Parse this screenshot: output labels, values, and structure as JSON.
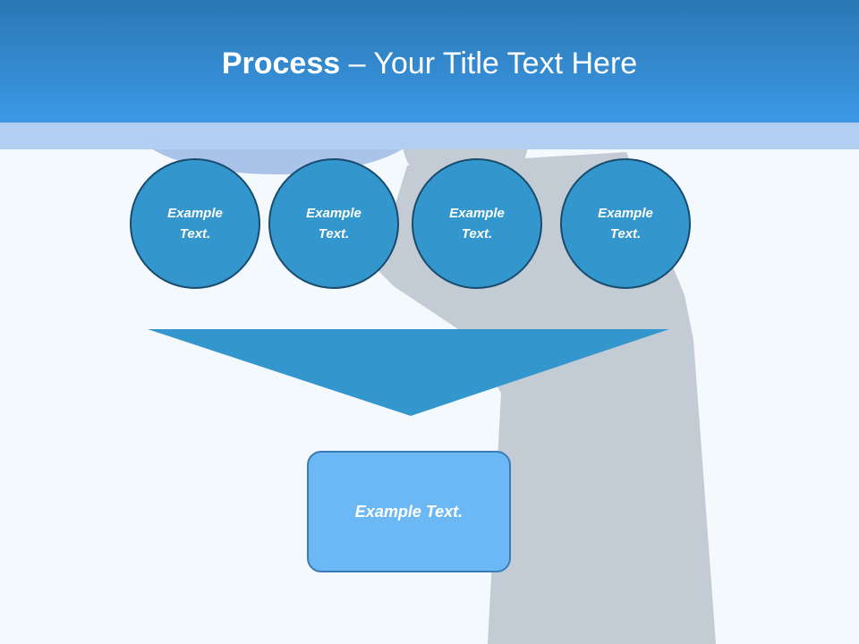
{
  "slide": {
    "title_bold": "Process",
    "title_rest": " – Your Title Text Here"
  },
  "circles": [
    {
      "text": "Example Text."
    },
    {
      "text": "Example Text."
    },
    {
      "text": "Example Text."
    },
    {
      "text": "Example Text."
    }
  ],
  "result": {
    "text": "Example Text."
  },
  "colors": {
    "header_top": "#2a78b4",
    "header_bottom": "#3c98e6",
    "circle_fill": "#3396cc",
    "circle_border": "#194b6c",
    "funnel_fill": "#3396cc",
    "box_fill": "#6cb8f4"
  }
}
